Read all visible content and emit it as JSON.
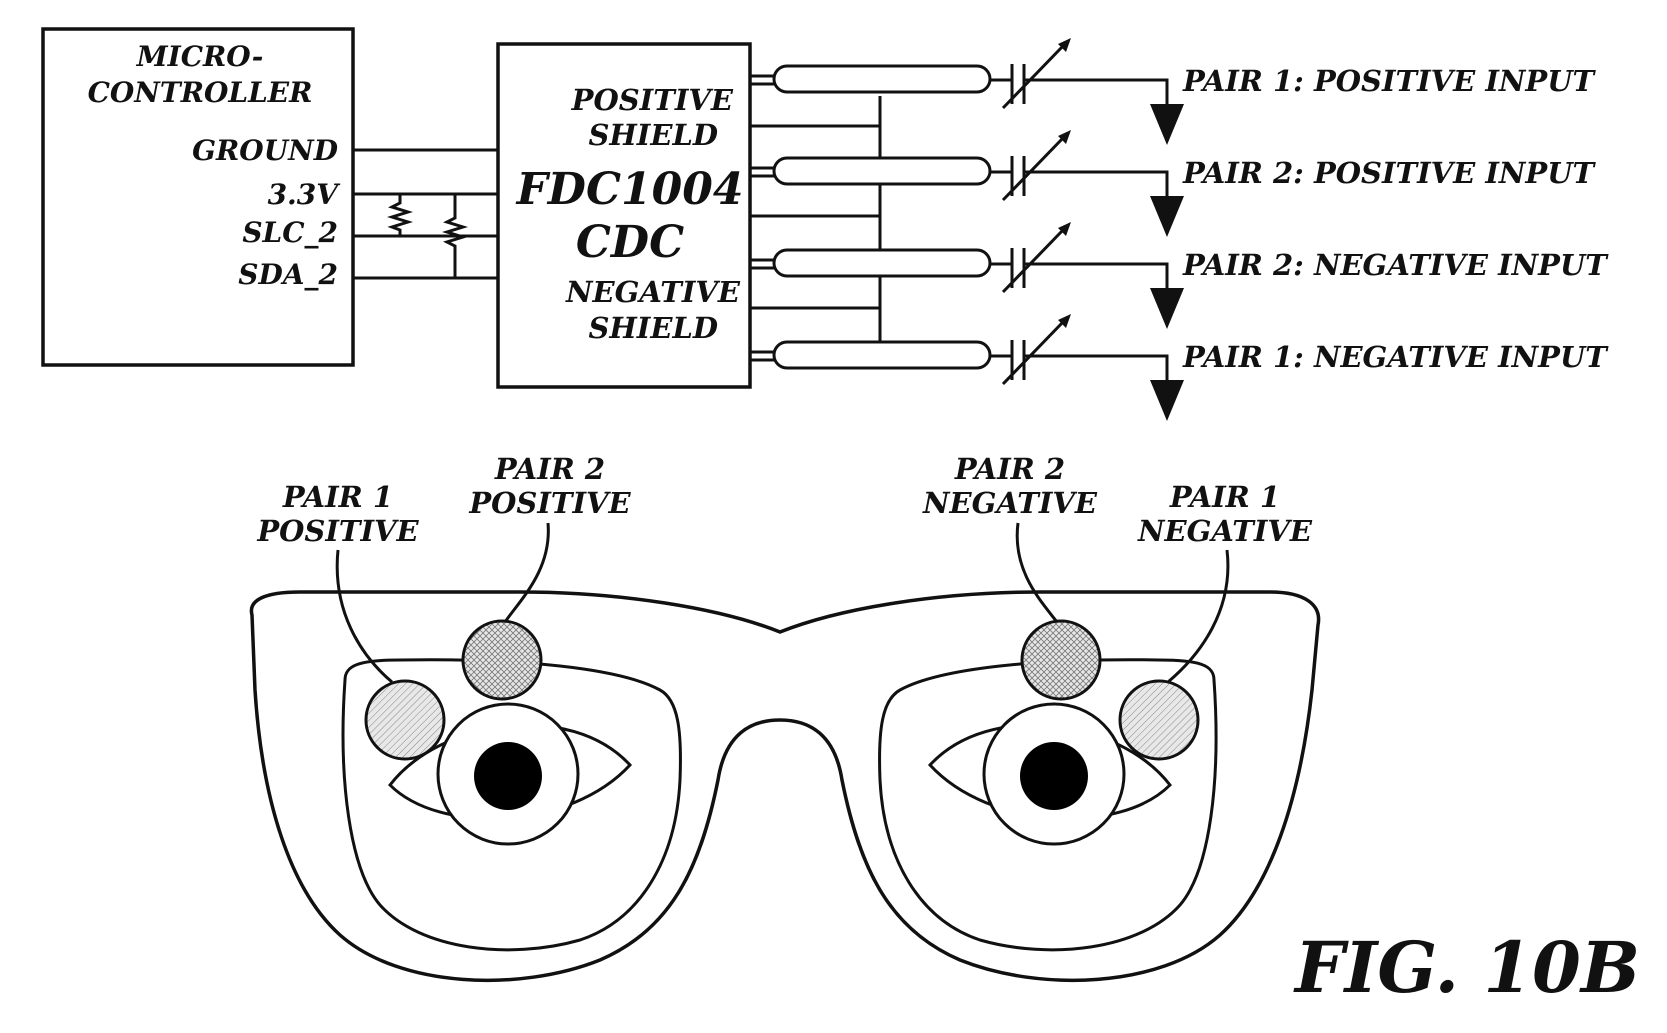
{
  "figure_label": "FIG. 10B",
  "microcontroller": {
    "title_line1": "MICRO-",
    "title_line2": "CONTROLLER",
    "pins": [
      "GROUND",
      "3.3V",
      "SLC_2",
      "SDA_2"
    ]
  },
  "cdc_chip": {
    "name_line1": "FDC1004",
    "name_line2": "CDC",
    "positive_shield_line1": "POSITIVE",
    "positive_shield_line2": "SHIELD",
    "negative_shield_line1": "NEGATIVE",
    "negative_shield_line2": "SHIELD"
  },
  "inputs": [
    "PAIR 1: POSITIVE INPUT",
    "PAIR 2: POSITIVE INPUT",
    "PAIR 2: NEGATIVE INPUT",
    "PAIR 1: NEGATIVE INPUT"
  ],
  "electrodes": [
    {
      "line1": "PAIR 1",
      "line2": "POSITIVE"
    },
    {
      "line1": "PAIR 2",
      "line2": "POSITIVE"
    },
    {
      "line1": "PAIR 2",
      "line2": "NEGATIVE"
    },
    {
      "line1": "PAIR 1",
      "line2": "NEGATIVE"
    }
  ]
}
